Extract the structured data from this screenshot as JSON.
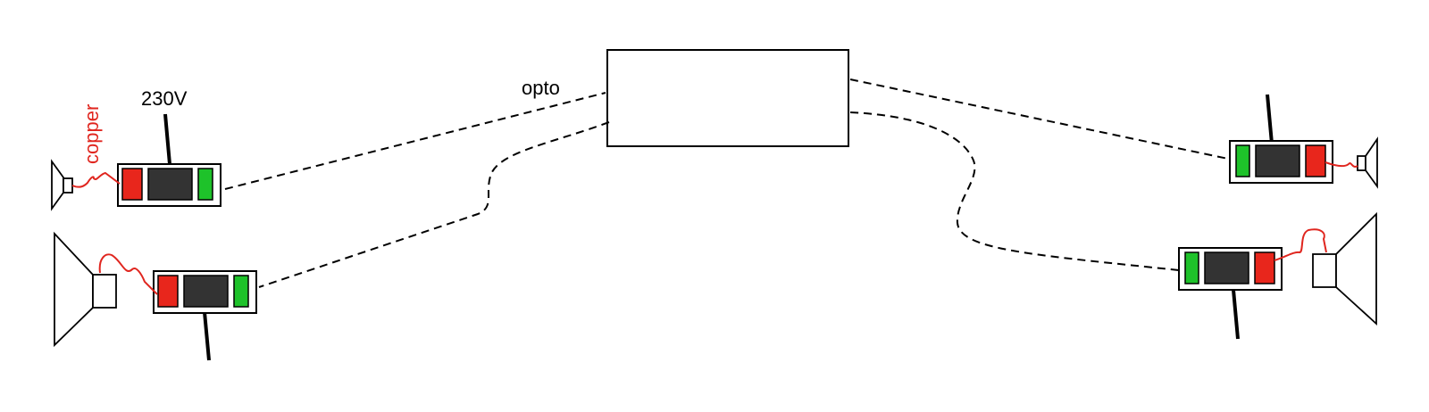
{
  "labels": {
    "voltage": "230V",
    "fiber": "opto",
    "wire": "copper"
  },
  "colors": {
    "line": "#000000",
    "wire": "#e0261f",
    "input_block": "#e8261c",
    "output_block": "#1ec22a",
    "center_block": "#333333",
    "box_fill": "#ffffff"
  },
  "components": {
    "hub": "central-unit-box",
    "units": [
      {
        "name": "unit-left-top",
        "speaker": "small",
        "power_cable": "up"
      },
      {
        "name": "unit-left-bottom",
        "speaker": "large",
        "power_cable": "down"
      },
      {
        "name": "unit-right-top",
        "speaker": "small",
        "power_cable": "up"
      },
      {
        "name": "unit-right-bottom",
        "speaker": "large",
        "power_cable": "down"
      }
    ]
  }
}
